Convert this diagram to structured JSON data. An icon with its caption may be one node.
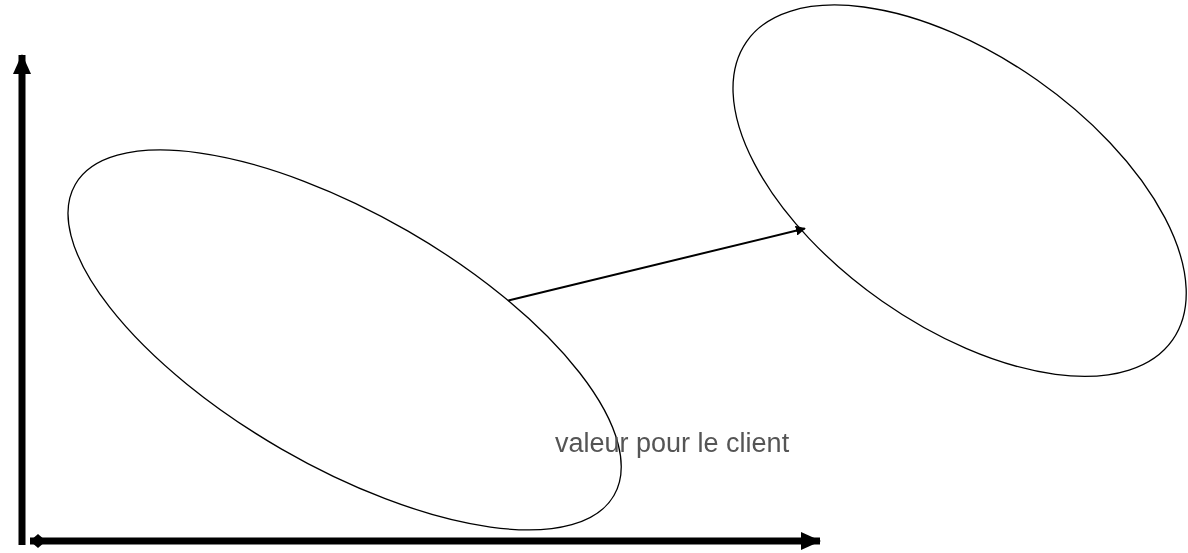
{
  "diagram": {
    "nodes": [
      {
        "text": [],
        "shape": "ellipse"
      },
      {
        "text": [],
        "shape": "ellipse"
      }
    ],
    "edges": [
      {
        "from": 0,
        "to": 1,
        "arrow": "to"
      }
    ],
    "labels": [
      "valeur pour le client"
    ]
  }
}
